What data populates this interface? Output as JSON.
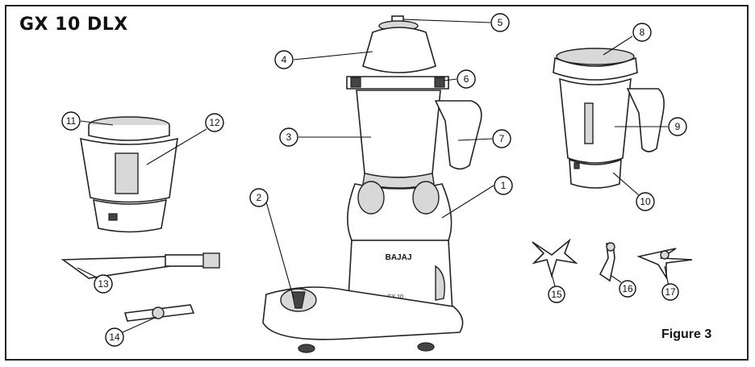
{
  "title": "GX 10 DLX",
  "figure_label": "Figure 3",
  "brand_mark": "BAJAJ",
  "base_model_text": "GX 10",
  "callouts": [
    "1",
    "2",
    "3",
    "4",
    "5",
    "6",
    "7",
    "8",
    "9",
    "10",
    "11",
    "12",
    "13",
    "14",
    "15",
    "16",
    "17"
  ]
}
